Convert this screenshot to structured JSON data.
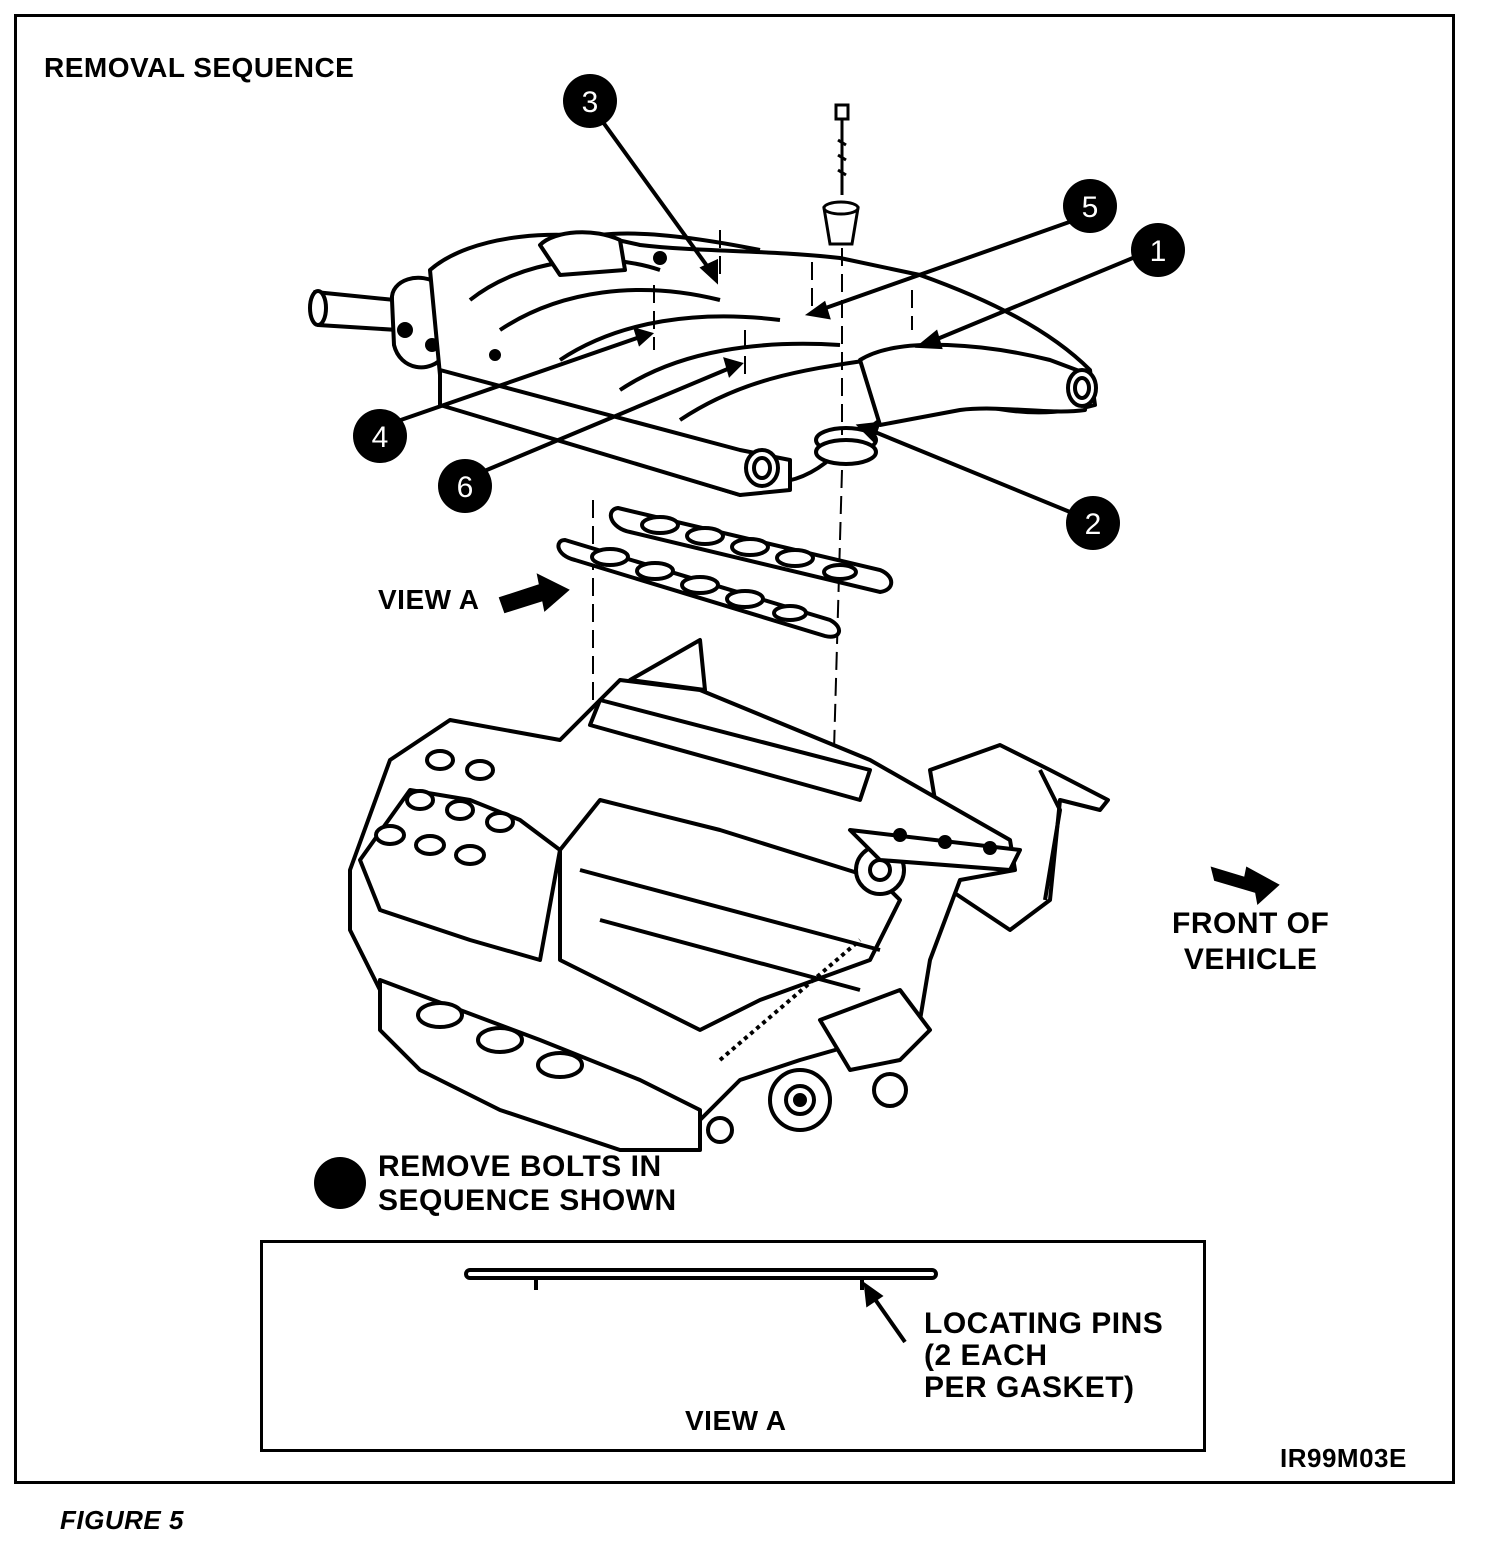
{
  "title": "REMOVAL SEQUENCE",
  "callouts": [
    "1",
    "2",
    "3",
    "4",
    "5",
    "6"
  ],
  "view_a_label": "VIEW A",
  "front_of_vehicle": [
    "FRONT OF",
    "VEHICLE"
  ],
  "legend_text": [
    "REMOVE BOLTS IN",
    "SEQUENCE SHOWN"
  ],
  "locating_pins_text": [
    "LOCATING PINS",
    "(2 EACH",
    "PER GASKET)"
  ],
  "inset_label": "VIEW A",
  "code": "IR99M03E",
  "figure_label": "FIGURE 5"
}
